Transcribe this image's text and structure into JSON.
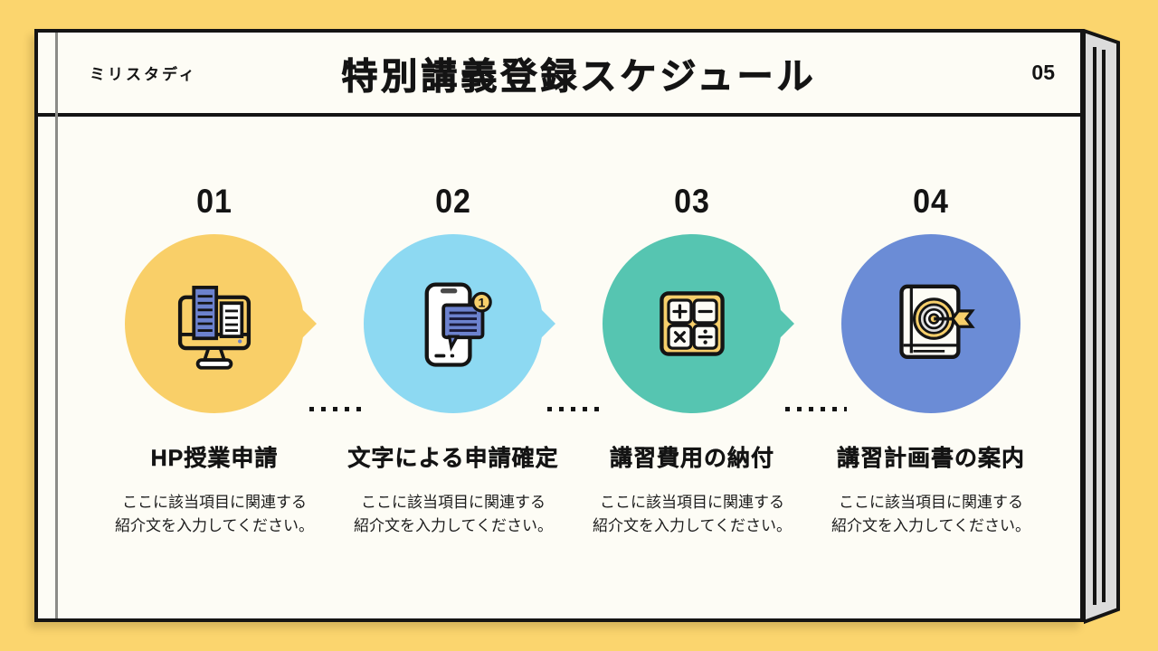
{
  "colors": {
    "background": "#FBD56E",
    "card": "#FDFCF5",
    "outline": "#141414",
    "spine": "#DCDCDC",
    "accent_blue": "#6C82CE",
    "accent_yellow": "#F7CF6B"
  },
  "header": {
    "brand": "ミリスタディ",
    "title": "特別講義登録スケジュール",
    "page_number": "05"
  },
  "steps": [
    {
      "number": "01",
      "icon": "computer-documents-icon",
      "circle_color": "#F9CF68",
      "title": "HP授業申請",
      "description_line1": "ここに該当項目に関連する",
      "description_line2": "紹介文を入力してください。"
    },
    {
      "number": "02",
      "icon": "phone-message-icon",
      "circle_color": "#8DD9F2",
      "badge": "1",
      "title": "文字による申請確定",
      "description_line1": "ここに該当項目に関連する",
      "description_line2": "紹介文を入力してください。"
    },
    {
      "number": "03",
      "icon": "calculator-icon",
      "circle_color": "#56C5B1",
      "title": "講習費用の納付",
      "description_line1": "ここに該当項目に関連する",
      "description_line2": "紹介文を入力してください。"
    },
    {
      "number": "04",
      "icon": "book-target-icon",
      "circle_color": "#6B8CD6",
      "title": "講習計画書の案内",
      "description_line1": "ここに該当項目に関連する",
      "description_line2": "紹介文を入力してください。"
    }
  ]
}
